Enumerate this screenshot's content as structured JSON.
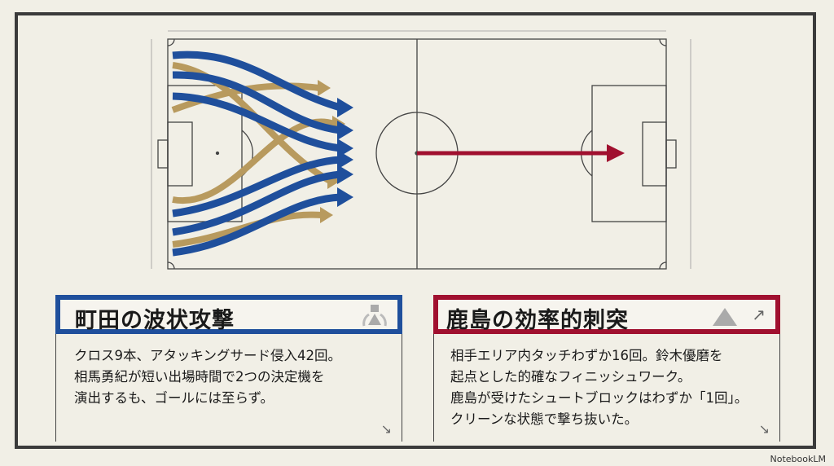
{
  "left_panel": {
    "title": "町田の波状攻撃",
    "lines": [
      "クロス9本、アタッキングサード侵入42回。",
      "相馬勇紀が短い出場時間で2つの決定機を",
      "演出するも、ゴールには至らず。"
    ],
    "color": "#1f4f9c",
    "icon": "formation-icon"
  },
  "right_panel": {
    "title": "鹿島の効率的刺突",
    "lines": [
      "相手エリア内タッチわずか16回。鈴木優磨を",
      "起点とした的確なフィニッシュワーク。",
      "鹿島が受けたシュートブロックはわずか「1回」。",
      "クリーンな状態で撃ち抜いた。"
    ],
    "color": "#a0102f",
    "icon": "triangle-icon"
  },
  "colors": {
    "machida_blue": "#1f4f9c",
    "machida_gold": "#b89a5e",
    "kashima_red": "#a0102f"
  },
  "watermark": "NotebookLM"
}
